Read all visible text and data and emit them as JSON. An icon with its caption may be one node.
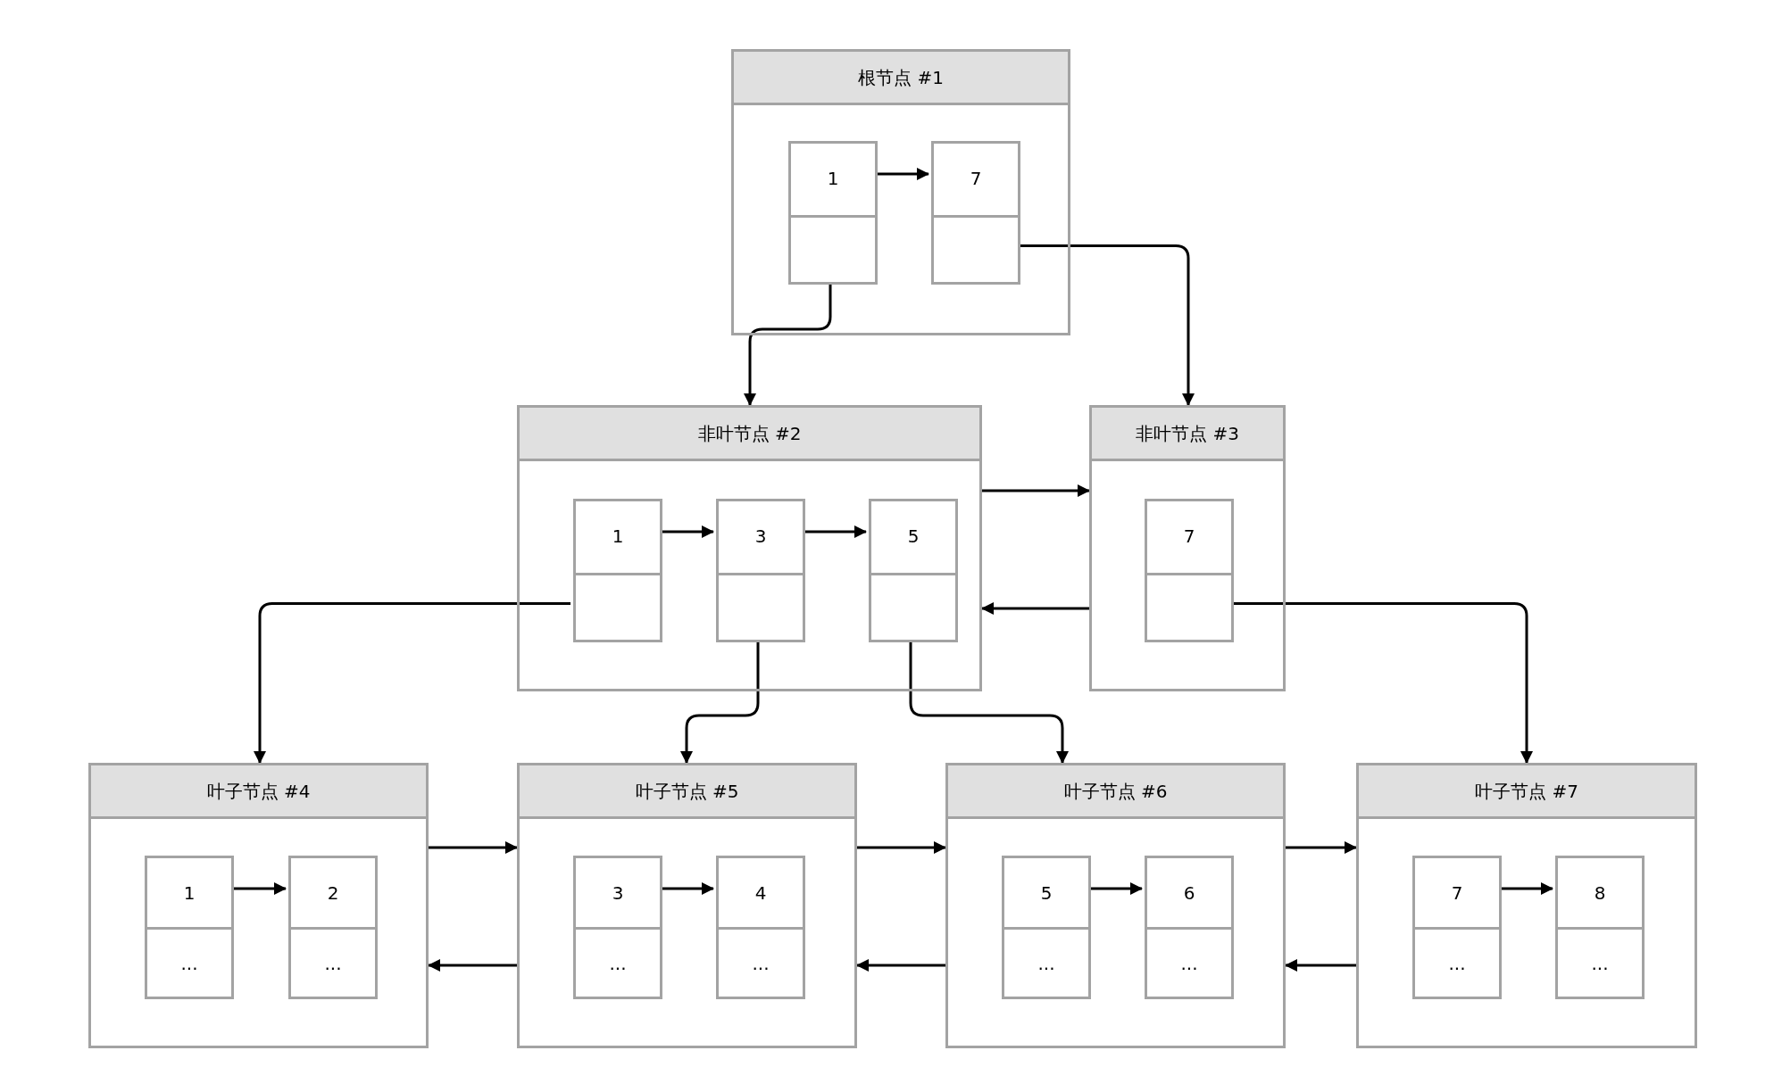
{
  "diagram": {
    "nodes": [
      {
        "text": [
          "根节点 #1"
        ]
      },
      {
        "text": [
          "1"
        ],
        "in": 0
      },
      {
        "text": [],
        "shape": "box",
        "in": 1
      },
      {
        "text": [
          "7"
        ],
        "in": 0
      },
      {
        "text": [],
        "shape": "box",
        "in": 3
      },
      {
        "text": [
          "非叶节点 #2"
        ]
      },
      {
        "text": [
          "1"
        ],
        "in": 5
      },
      {
        "text": [],
        "shape": "box",
        "in": 6
      },
      {
        "text": [
          "3"
        ],
        "in": 5
      },
      {
        "text": [],
        "shape": "box",
        "in": 8
      },
      {
        "text": [
          "5"
        ],
        "in": 5
      },
      {
        "text": [],
        "shape": "box",
        "in": 10
      },
      {
        "text": [
          "非叶节点 #3"
        ]
      },
      {
        "text": [
          "7"
        ],
        "in": 12
      },
      {
        "text": [],
        "shape": "box",
        "in": 13
      },
      {
        "text": [
          "叶子节点 #4"
        ]
      },
      {
        "text": [
          "1",
          "..."
        ],
        "in": 15
      },
      {
        "text": [
          "2",
          "..."
        ],
        "in": 15
      },
      {
        "text": [
          "叶子节点 #5"
        ]
      },
      {
        "text": [
          "3",
          "..."
        ],
        "in": 18
      },
      {
        "text": [
          "4",
          "..."
        ],
        "in": 18
      },
      {
        "text": [
          "叶子节点 #6"
        ]
      },
      {
        "text": [
          "5",
          "..."
        ],
        "in": 21
      },
      {
        "text": [
          "6",
          "..."
        ],
        "in": 21
      },
      {
        "text": [
          "叶子节点 #7"
        ]
      },
      {
        "text": [
          "7",
          "..."
        ],
        "in": 24
      },
      {
        "text": [
          "8",
          "..."
        ],
        "in": 24
      }
    ],
    "edges": [
      {
        "from": 1,
        "to": 3,
        "arrow": "to"
      },
      {
        "from": 2,
        "to": 5,
        "arrow": "to"
      },
      {
        "from": 4,
        "to": 12,
        "arrow": "to"
      },
      {
        "from": 6,
        "to": 8,
        "arrow": "to"
      },
      {
        "from": 8,
        "to": 10,
        "arrow": "to"
      },
      {
        "from": 5,
        "to": 12,
        "arrow": "to"
      },
      {
        "from": 12,
        "to": 5,
        "arrow": "to"
      },
      {
        "from": 7,
        "to": 15,
        "arrow": "to"
      },
      {
        "from": 9,
        "to": 18,
        "arrow": "to"
      },
      {
        "from": 11,
        "to": 21,
        "arrow": "to"
      },
      {
        "from": 14,
        "to": 24,
        "arrow": "to"
      },
      {
        "from": 16,
        "to": 17,
        "arrow": "to"
      },
      {
        "from": 19,
        "to": 20,
        "arrow": "to"
      },
      {
        "from": 22,
        "to": 23,
        "arrow": "to"
      },
      {
        "from": 25,
        "to": 26,
        "arrow": "to"
      },
      {
        "from": 15,
        "to": 18,
        "arrow": "to"
      },
      {
        "from": 18,
        "to": 15,
        "arrow": "to"
      },
      {
        "from": 18,
        "to": 21,
        "arrow": "to"
      },
      {
        "from": 21,
        "to": 18,
        "arrow": "to"
      },
      {
        "from": 21,
        "to": 24,
        "arrow": "to"
      },
      {
        "from": 24,
        "to": 21,
        "arrow": "to"
      }
    ]
  }
}
